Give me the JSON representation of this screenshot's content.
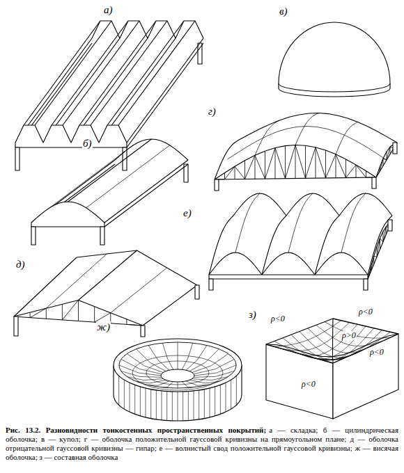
{
  "diagram": {
    "title": "Рис. 13.2. Разновидности тонкостенных пространственных покрытий;",
    "caption": "а — складка; б — цилиндрическая оболочка; в — купол; г — оболочка положительной гауссовой кривизны на прямоугольном плане; д — оболочка отрицательной гауссовой кривизны — гипар; е — волнистый свод положительной гауссовой кривизны; ж — висячая оболочка; з — составная оболочка",
    "labels": [
      "а)",
      "в)",
      "б)",
      "г)",
      "е)",
      "д)",
      "ж)",
      "з)",
      "ρ<0",
      "ρ<0",
      "ρ>0",
      "ρ<0",
      "ρ<0"
    ]
  }
}
